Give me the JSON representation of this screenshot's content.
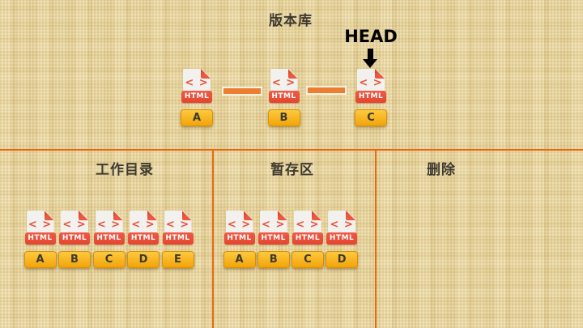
{
  "repository": {
    "title": "版本库",
    "head_label": "HEAD",
    "head_points_to": "C",
    "commits": [
      "A",
      "B",
      "C"
    ]
  },
  "file": {
    "type_label": "HTML",
    "code_glyph": "< >"
  },
  "sections": {
    "working_directory": {
      "title": "工作目录",
      "files": [
        "A",
        "B",
        "C",
        "D",
        "E"
      ]
    },
    "staging_area": {
      "title": "暂存区",
      "files": [
        "A",
        "B",
        "C",
        "D"
      ]
    },
    "deleted": {
      "title": "删除",
      "files": []
    }
  },
  "colors": {
    "background": "#e9d69f",
    "divider_orange": "#ea6a12",
    "connector_orange": "#ed7d31",
    "file_red": "#e8503c",
    "badge_yellow_top": "#fdc93e",
    "badge_yellow_bottom": "#f2a40b",
    "title_text": "#3e3a30",
    "head_text": "#000000"
  }
}
